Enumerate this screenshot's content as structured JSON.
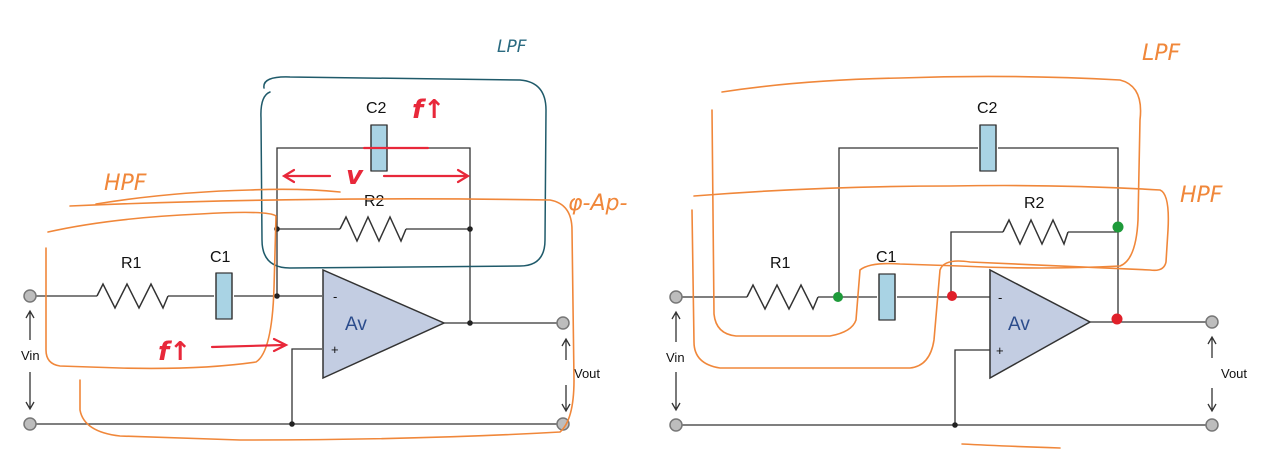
{
  "left_circuit": {
    "labels": {
      "r1": "R1",
      "c1": "C1",
      "c2": "C2",
      "r2": "R2",
      "amp": "Av",
      "minus": "-",
      "plus": "+",
      "vin": "Vin",
      "vout": "Vout"
    },
    "annotations": {
      "lpf": "LPF",
      "hpf": "HPF",
      "phase": "φ-Ap-",
      "f_up_top": "f↑",
      "f_up_bottom": "f↑",
      "v_mark": "v"
    }
  },
  "right_circuit": {
    "labels": {
      "r1": "R1",
      "c1": "C1",
      "c2": "C2",
      "r2": "R2",
      "amp": "Av",
      "minus": "-",
      "plus": "+",
      "vin": "Vin",
      "vout": "Vout"
    },
    "annotations": {
      "lpf": "LPF",
      "hpf": "HPF"
    }
  },
  "colors": {
    "capacitor": "#a9d3e4",
    "opamp": "#c3cde2",
    "annotation_orange": "#f0873a",
    "annotation_teal": "#1f5a6a",
    "annotation_red": "#e8283a",
    "node_green": "#1e9a3a",
    "node_red": "#e0202a"
  }
}
